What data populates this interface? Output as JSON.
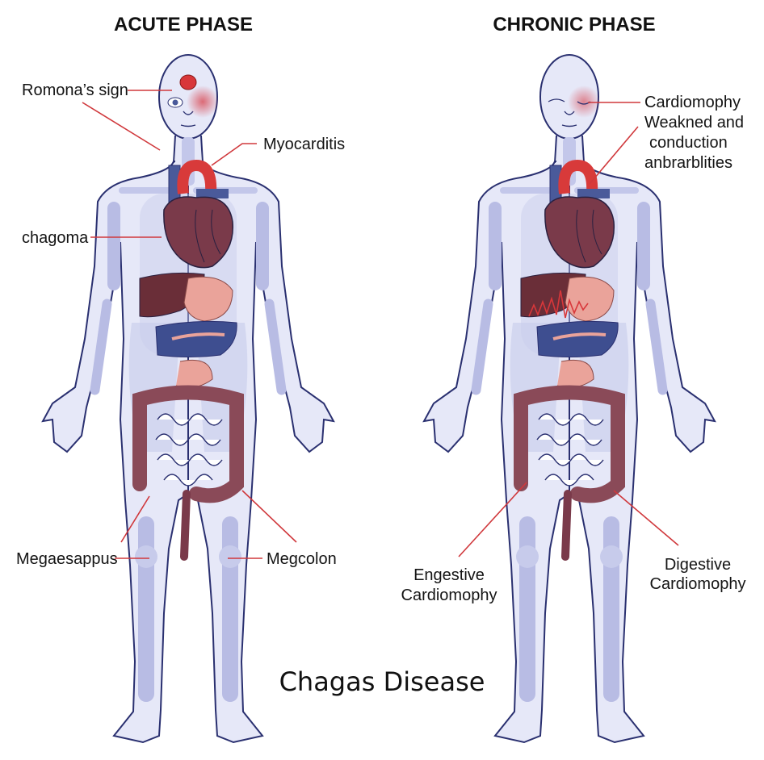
{
  "phases": {
    "acute": {
      "title": "ACUTE PHASE",
      "labels": {
        "romana": "Romona’s sign",
        "myocarditis": "Myocarditis",
        "chagoma": "chagoma",
        "megaesophagus": "Megaesappus",
        "megacolon": "Megcolon"
      }
    },
    "chronic": {
      "title": "CHRONIC PHASE",
      "labels": {
        "cardio_lines": [
          "Cardiomophy",
          "Weakned and",
          "conduction",
          "anbrarblities"
        ],
        "engestive_lines": [
          "Engestive",
          "Cardiomophy"
        ],
        "digestive_lines": [
          "Digestive",
          "Cardiomophy"
        ]
      }
    }
  },
  "caption": "Chagas Disease",
  "colors": {
    "skin": "#e6e8f8",
    "outline": "#2a3070",
    "bone": "#b8bce4",
    "leader": "#d0383c",
    "heart": "#7a3a4a",
    "colon": "#8a4a58"
  }
}
